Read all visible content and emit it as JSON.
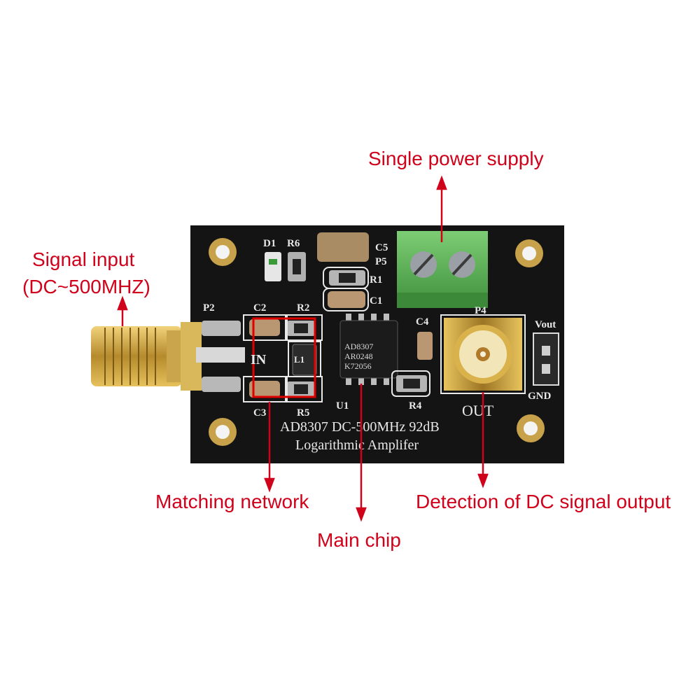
{
  "callouts": {
    "power": "Single power supply",
    "input_line1": "Signal input",
    "input_line2": "(DC~500MHZ)",
    "matching": "Matching network",
    "chip": "Main chip",
    "output": "Detection of DC signal output"
  },
  "silkscreen": {
    "d1": "D1",
    "r6": "R6",
    "c5": "C5",
    "p5": "P5",
    "r1": "R1",
    "c1": "C1",
    "p2": "P2",
    "c2": "C2",
    "r2": "R2",
    "in": "IN",
    "l1": "L1",
    "c3": "C3",
    "r5": "R5",
    "u1": "U1",
    "c4": "C4",
    "r4": "R4",
    "p4": "P4",
    "out": "OUT",
    "vout": "Vout",
    "gnd": "GND",
    "title_line1": "AD8307 DC-500MHz 92dB",
    "title_line2": "Logarithmic Amplifer"
  },
  "chip_marking": [
    "AD8307",
    "AR0248",
    "K72056"
  ],
  "colors": {
    "callout_red": "#d0021b",
    "pcb_black": "#141414",
    "silkscreen": "#e8e8e8",
    "gold": "#c9a44a",
    "terminal_green": "#5fb05a"
  }
}
